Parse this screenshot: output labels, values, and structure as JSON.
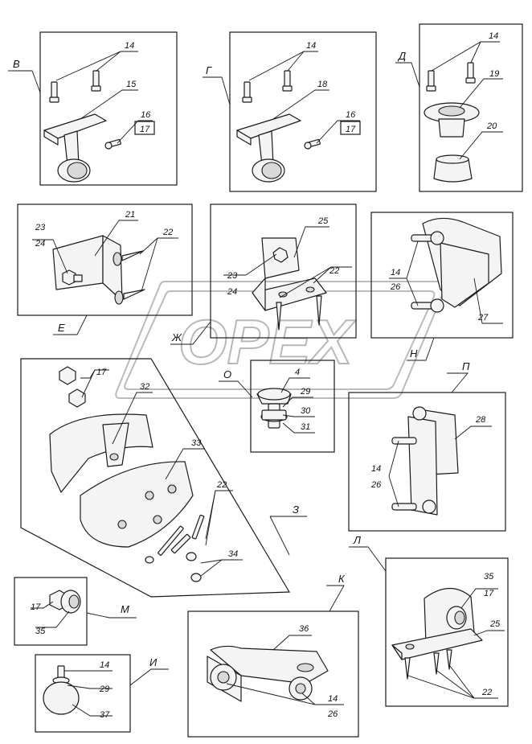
{
  "views": {
    "V": "В",
    "G": "Г",
    "D": "Д",
    "E": "Е",
    "Zh": "Ж",
    "O": "О",
    "N": "Н",
    "P": "П",
    "Z": "З",
    "M": "М",
    "K": "К",
    "L": "Л",
    "I": "И"
  },
  "parts": {
    "p4": "4",
    "p14": "14",
    "p15": "15",
    "p16": "16",
    "p17": "17",
    "p18": "18",
    "p19": "19",
    "p20": "20",
    "p21": "21",
    "p22": "22",
    "p23": "23",
    "p24": "24",
    "p25": "25",
    "p26": "26",
    "p27": "27",
    "p28": "28",
    "p29": "29",
    "p30": "30",
    "p31": "31",
    "p32": "32",
    "p33": "33",
    "p34": "34",
    "p35": "35",
    "p36": "36",
    "p37": "37"
  },
  "watermark": {
    "text": "OPEX",
    "color": "#b8b8b8"
  }
}
